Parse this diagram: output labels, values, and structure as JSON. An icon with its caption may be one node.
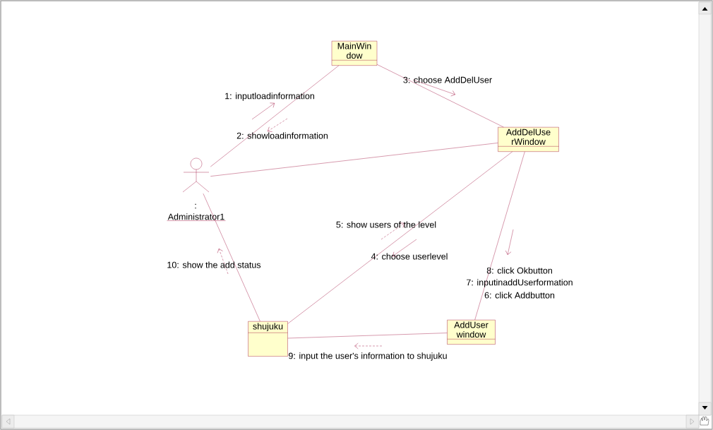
{
  "diagram": {
    "nodes": [
      {
        "text": [
          "MainWin dow"
        ]
      },
      {
        "text": [
          "AddDelUse rWindow"
        ]
      },
      {
        "text": [
          "Administrator1"
        ]
      },
      {
        "text": [
          "shujuku"
        ]
      },
      {
        "text": [
          "AddUser window"
        ]
      }
    ],
    "edges": [
      {
        "from": 2,
        "to": 0,
        "arrow": "none"
      },
      {
        "from": 0,
        "to": 1,
        "arrow": "none"
      },
      {
        "from": 2,
        "to": 1,
        "arrow": "none"
      },
      {
        "from": 2,
        "to": 3,
        "arrow": "none"
      },
      {
        "from": 1,
        "to": 3,
        "arrow": "none"
      },
      {
        "from": 1,
        "to": 4,
        "arrow": "none"
      },
      {
        "from": 4,
        "to": 3,
        "arrow": "none"
      }
    ],
    "labels": [
      "3: choose AddDelUser",
      "1: inputloadinformation",
      "2: showloadinformation",
      ":",
      "5: show users of the level",
      "4: choose userlevel",
      "10: show the add status",
      "8: click Okbutton",
      "7: inputinaddUserformation",
      "6: click Addbutton",
      "9: input the user's information to shujuku"
    ]
  }
}
